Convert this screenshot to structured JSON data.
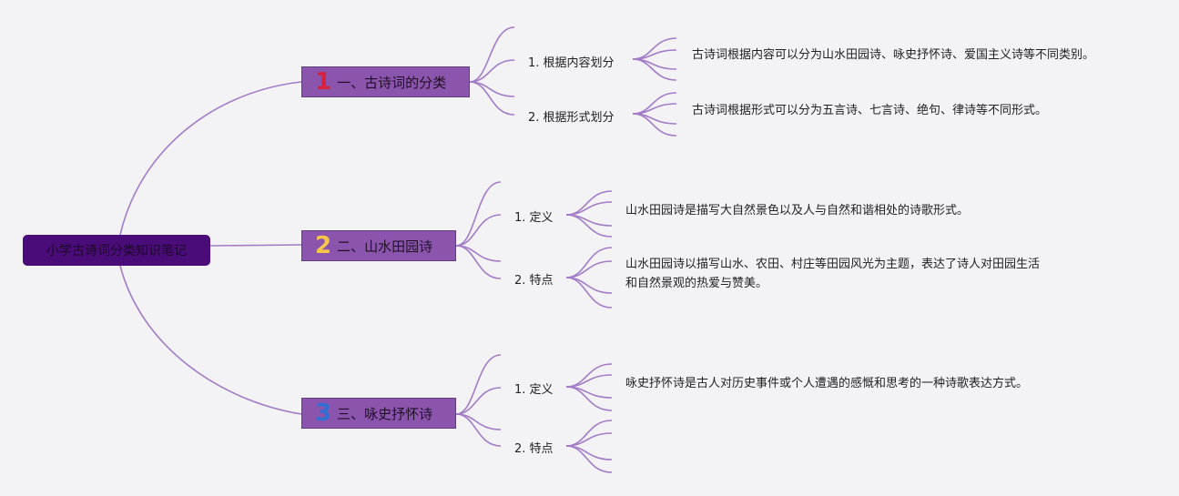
{
  "root": {
    "label": "小学古诗词分类知识笔记"
  },
  "colors": {
    "background": "#f3f2f4",
    "root_fill": "#4a0c78",
    "main_fill": "#8b55ae",
    "connector": "#a27cc6",
    "num1": "#d8213c",
    "num2": "#f5c64a",
    "num3": "#2f6fd0"
  },
  "branches": [
    {
      "number": "1",
      "label": "一、古诗词的分类",
      "subs": [
        {
          "label": "1. 根据内容划分",
          "leaf": [
            "古诗词根据内容可以分为山水田园诗、咏史抒怀诗、爱国主义诗等不同类别。"
          ]
        },
        {
          "label": "2. 根据形式划分",
          "leaf": [
            "古诗词根据形式可以分为五言诗、七言诗、绝句、律诗等不同形式。"
          ]
        }
      ]
    },
    {
      "number": "2",
      "label": "二、山水田园诗",
      "subs": [
        {
          "label": "1. 定义",
          "leaf": [
            "山水田园诗是描写大自然景色以及人与自然和谐相处的诗歌形式。"
          ]
        },
        {
          "label": "2. 特点",
          "leaf": [
            "山水田园诗以描写山水、农田、村庄等田园风光为主题，表达了诗人对田园生活",
            "和自然景观的热爱与赞美。"
          ]
        }
      ]
    },
    {
      "number": "3",
      "label": "三、咏史抒怀诗",
      "subs": [
        {
          "label": "1. 定义",
          "leaf": [
            "咏史抒怀诗是古人对历史事件或个人遭遇的感慨和思考的一种诗歌表达方式。"
          ]
        },
        {
          "label": "2. 特点",
          "leaf": []
        }
      ]
    }
  ]
}
